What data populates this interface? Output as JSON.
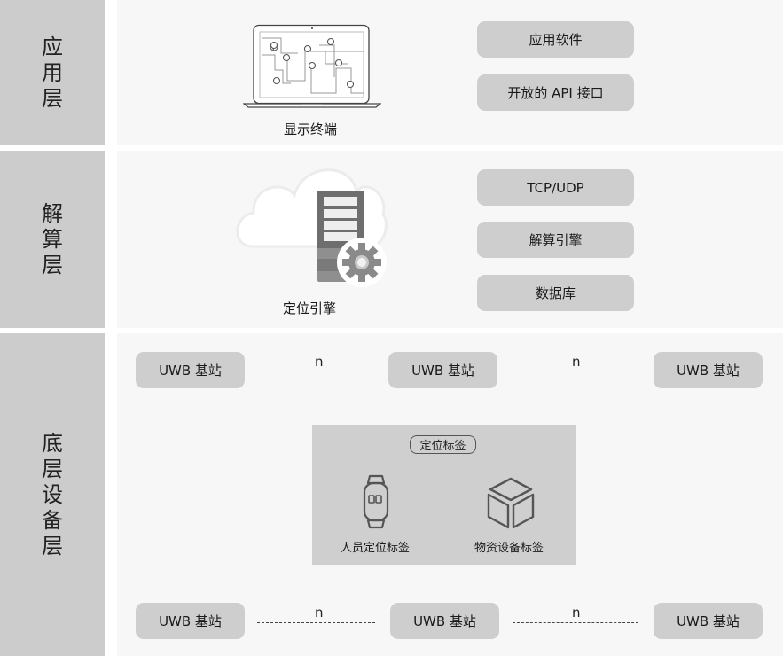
{
  "layers": [
    {
      "label": "应用层",
      "icon_caption": "显示终端",
      "icon": "laptop-map-icon",
      "items": [
        "应用软件",
        "开放的 API 接口"
      ]
    },
    {
      "label": "解算层",
      "icon_caption": "定位引擎",
      "icon": "cloud-server-gear-icon",
      "items": [
        "TCP/UDP",
        "解算引擎",
        "数据库"
      ]
    },
    {
      "label": "底层设备层",
      "top_row": {
        "stations": [
          "UWB 基站",
          "UWB 基站",
          "UWB 基站"
        ],
        "links": [
          "n",
          "n"
        ]
      },
      "tags": {
        "title": "定位标签",
        "items": [
          {
            "label": "人员定位标签",
            "icon": "wristband-icon"
          },
          {
            "label": "物资设备标签",
            "icon": "box-icon"
          }
        ]
      },
      "bottom_row": {
        "stations": [
          "UWB 基站",
          "UWB 基站",
          "UWB 基站"
        ],
        "links": [
          "n",
          "n"
        ]
      }
    }
  ],
  "colors": {
    "label_bg": "#cccccc",
    "body_bg": "#f7f7f7",
    "pill_bg": "#cecece",
    "tag_box_bg": "#cfcfcf"
  }
}
